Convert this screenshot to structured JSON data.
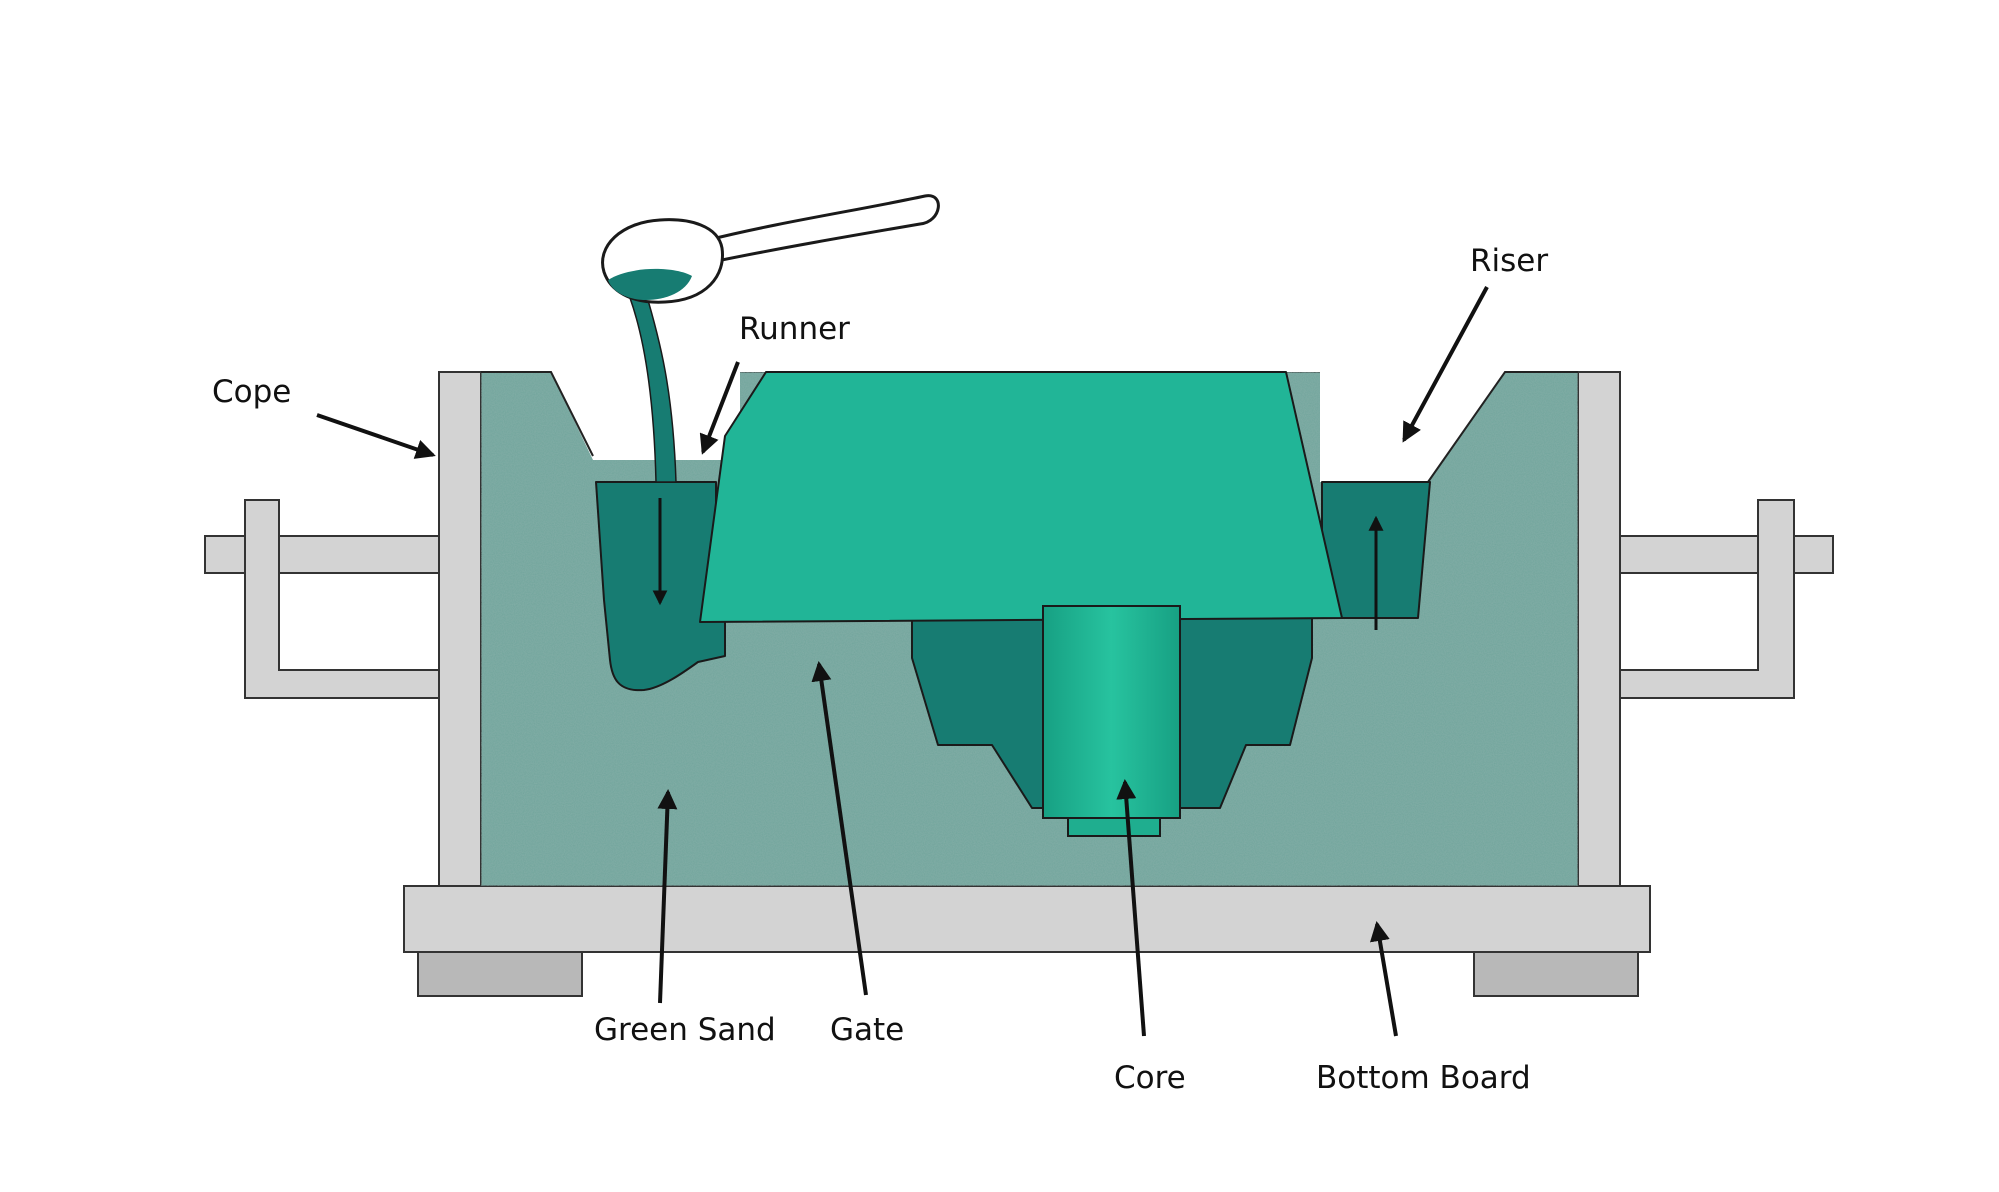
{
  "labels": {
    "cope": "Cope",
    "runner": "Runner",
    "riser": "Riser",
    "green_sand": "Green Sand",
    "gate": "Gate",
    "core": "Core",
    "bottom_board": "Bottom Board"
  },
  "colors": {
    "background": "#ffffff",
    "sand": "#6fa49b",
    "metal_dark": "#177c72",
    "pattern": "#21b597",
    "core": "#1fae8f",
    "flask_gray": "#d3d3d3",
    "flask_dark": "#b8b8b8",
    "outline": "#1a1a1a"
  },
  "icons": {
    "ladle": "ladle-icon"
  }
}
